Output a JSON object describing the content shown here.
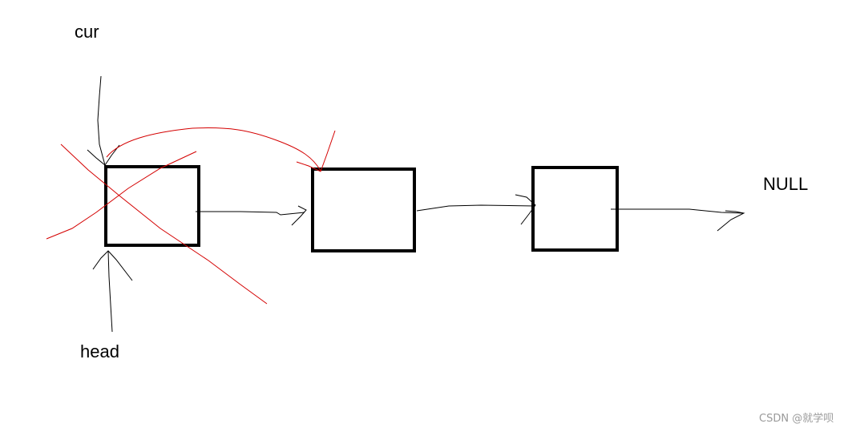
{
  "labels": {
    "cur": "cur",
    "head": "head",
    "null": "NULL"
  },
  "watermark": "CSDN @就学呗",
  "colors": {
    "ink": "#000000",
    "annotation": "#d40000",
    "background": "#ffffff",
    "watermark": "#9a9a9a"
  }
}
